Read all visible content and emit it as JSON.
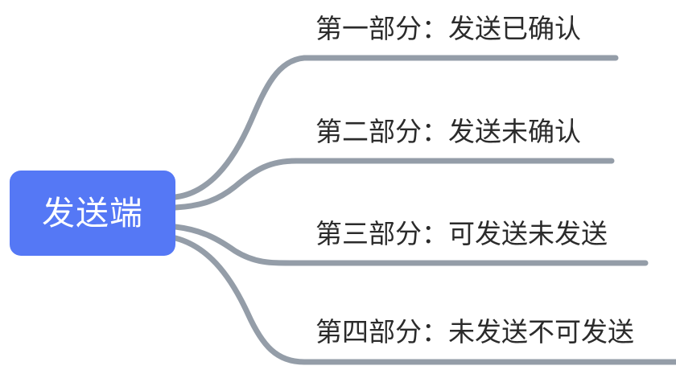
{
  "diagram": {
    "type": "mind-map",
    "title": "发送端",
    "orientation": "left-to-right",
    "root": {
      "label": "发送端",
      "text_color": "#FFFFFF",
      "fill_color": "#5578F5"
    },
    "branch_style": {
      "stroke_color": "#949DA8",
      "stroke_width": 7
    },
    "background_color": "#FFFFFF",
    "label_color": "#2B2B2B",
    "branches": [
      {
        "index": 1,
        "label": "第一部分：发送已确认",
        "part": "第一部分",
        "value": "发送已确认"
      },
      {
        "index": 2,
        "label": "第二部分：发送未确认",
        "part": "第二部分",
        "value": "发送未确认"
      },
      {
        "index": 3,
        "label": "第三部分：可发送未发送",
        "part": "第三部分",
        "value": "可发送未发送"
      },
      {
        "index": 4,
        "label": "第四部分：未发送不可发送",
        "part": "第四部分",
        "value": "未发送不可发送"
      }
    ]
  }
}
